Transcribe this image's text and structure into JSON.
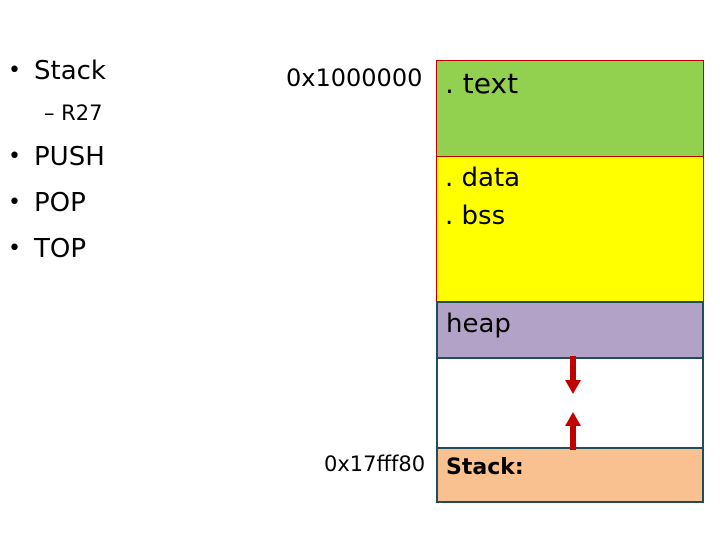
{
  "left_list": {
    "items": [
      {
        "label": "Stack"
      },
      {
        "label": "– R27"
      },
      {
        "label": "PUSH"
      },
      {
        "label": "POP"
      },
      {
        "label": "TOP"
      }
    ]
  },
  "memory_map": {
    "addresses": {
      "top": "0x1000000",
      "stack": "0x17fff80"
    },
    "segments": [
      {
        "label": ". text",
        "color": "#92d050"
      },
      {
        "label_line1": ". data",
        "label_line2": ". bss",
        "color": "#ffff00"
      },
      {
        "label": "heap",
        "color": "#b3a2c7"
      },
      {
        "label": "",
        "color": "#ffffff"
      },
      {
        "label": "Stack:",
        "color": "#f9c090"
      }
    ],
    "arrow_color": "#c00000"
  }
}
